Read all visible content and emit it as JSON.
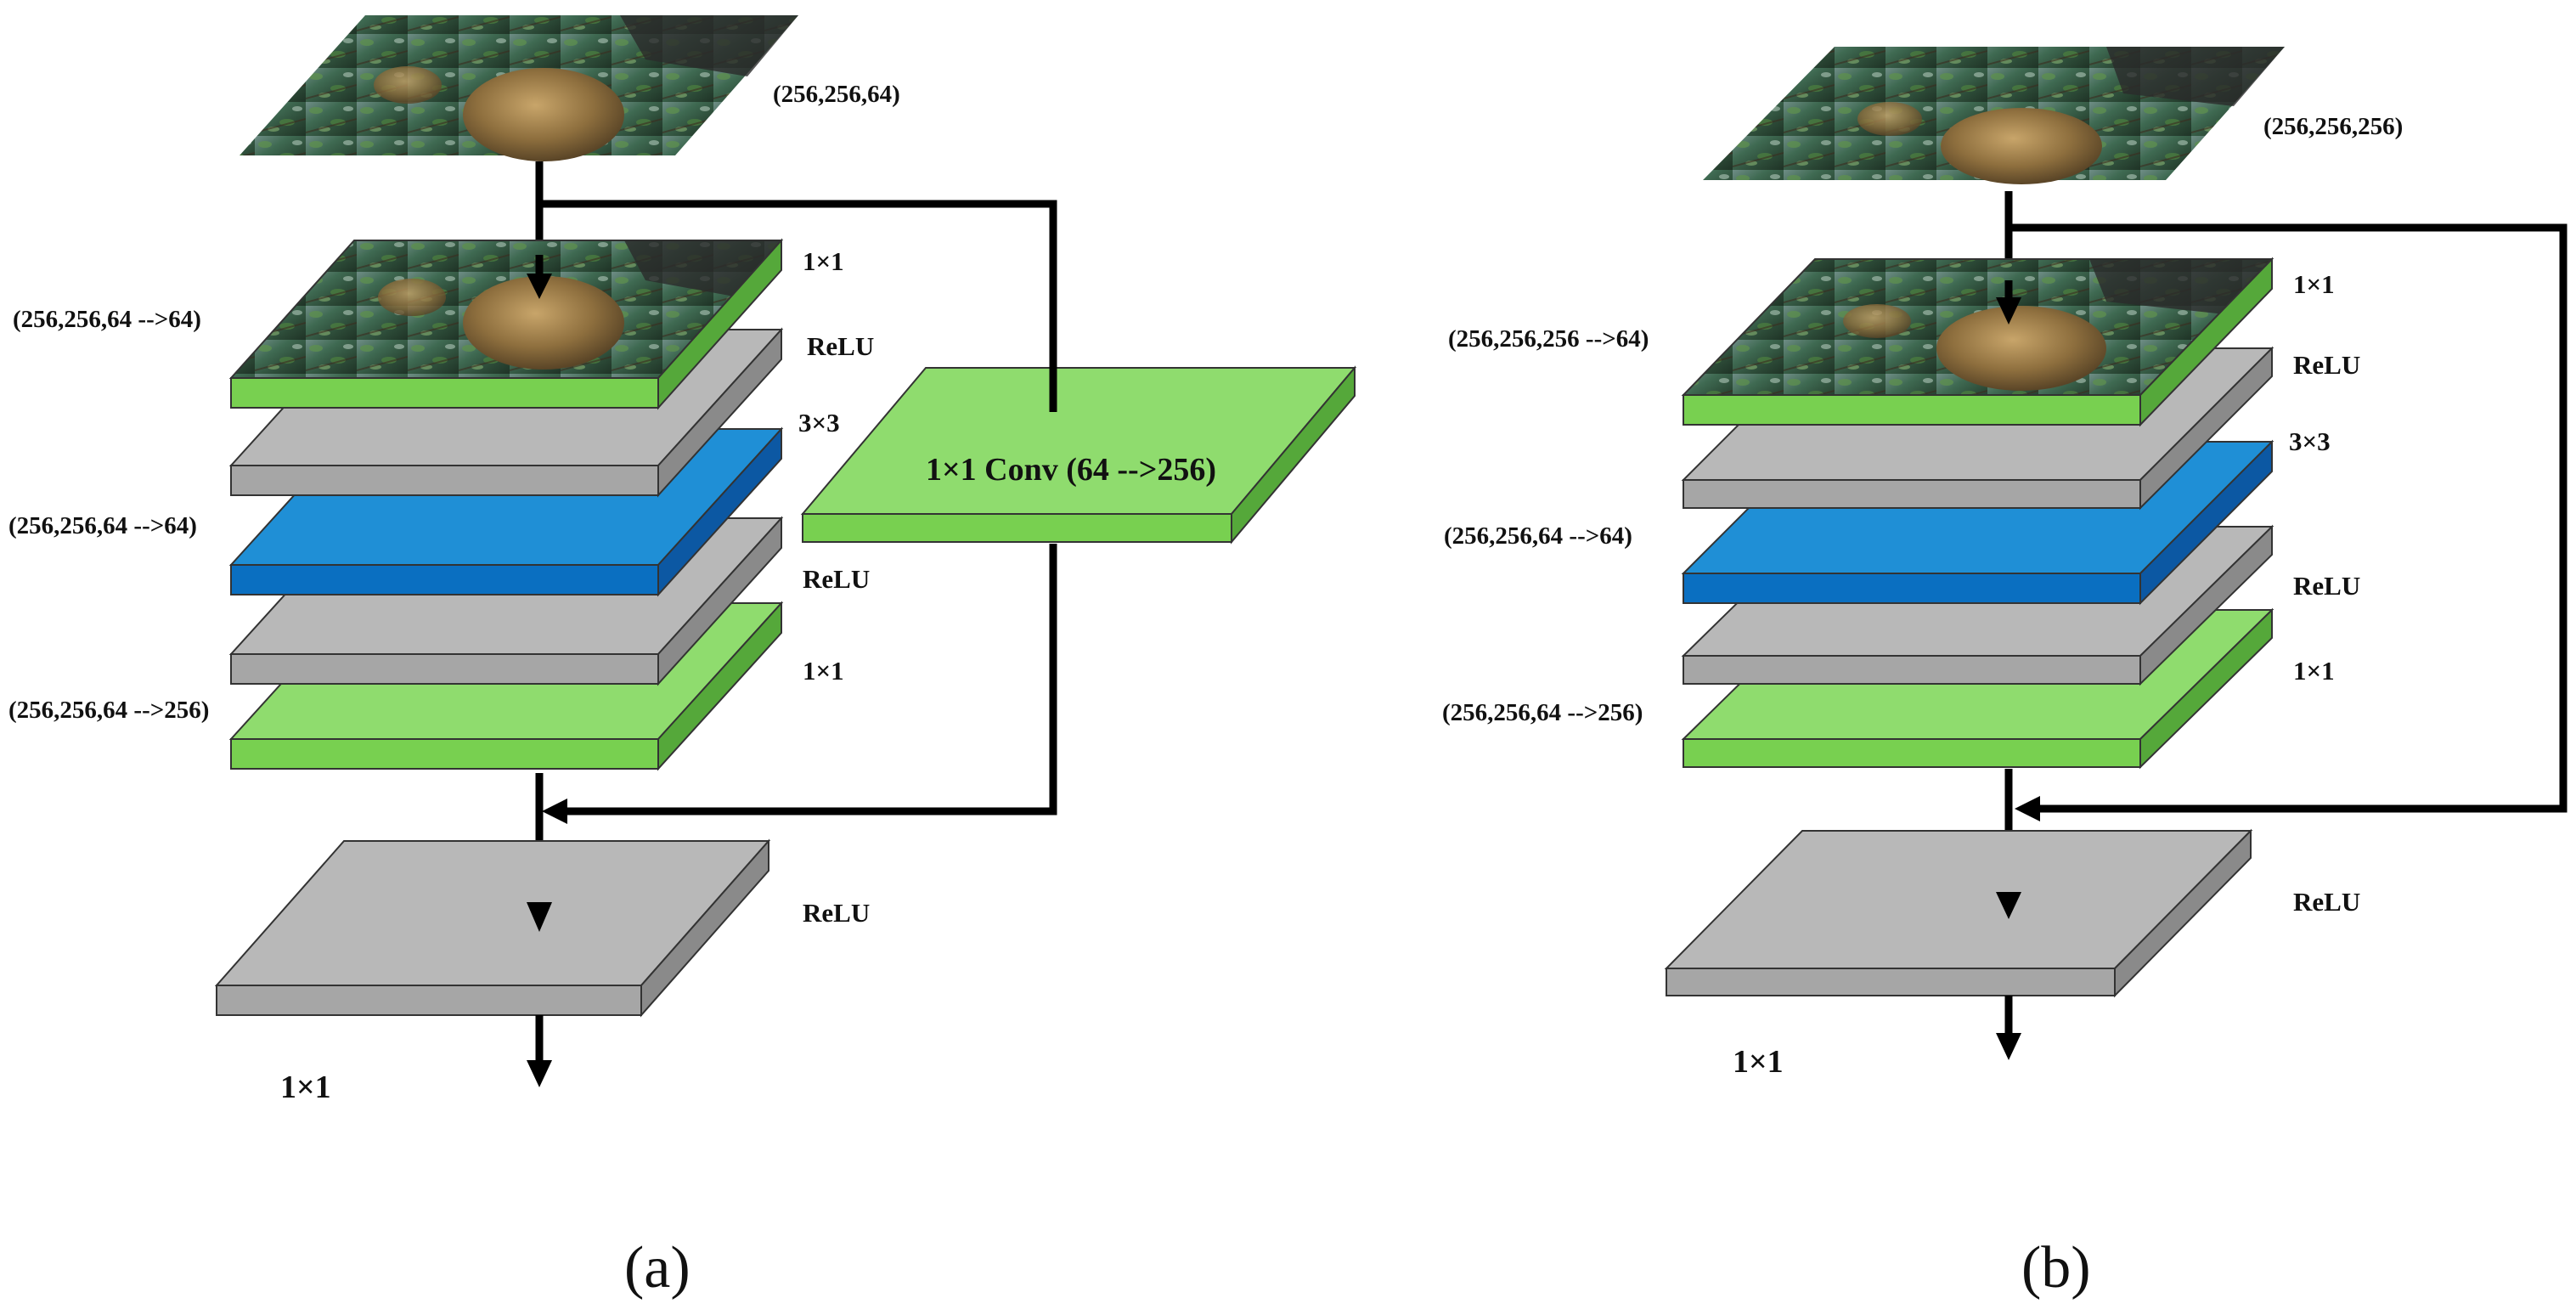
{
  "colors": {
    "green_top": "#8fdc6e",
    "green_front": "#78d050",
    "green_side": "#55a83a",
    "gray_top": "#b8b8b8",
    "gray_front": "#a6a6a6",
    "gray_side": "#8a8a8a",
    "blue_top": "#1f8fd6",
    "blue_front": "#0a6fc1",
    "blue_side": "#0c58a3"
  },
  "diagram_a": {
    "caption": "(a)",
    "input_shape": "(256,256,64)",
    "layer1_shape": "(256,256,64 -->64)",
    "layer1_label": "1×1",
    "relu1_label": "ReLU",
    "layer2_label": "3×3",
    "layer2_shape": "(256,256,64 -->64)",
    "relu2_label": "ReLU",
    "layer3_label": "1×1",
    "layer3_shape": "(256,256,64 -->256)",
    "shortcut_conv_label": "1×1 Conv (64 -->256)",
    "output_relu_label": "ReLU",
    "output_label": "1×1"
  },
  "diagram_b": {
    "caption": "(b)",
    "input_shape": "(256,256,256)",
    "layer1_shape": "(256,256,256 -->64)",
    "layer1_label": "1×1",
    "relu1_label": "ReLU",
    "layer2_label": "3×3",
    "layer2_shape": "(256,256,64 -->64)",
    "relu2_label": "ReLU",
    "layer3_label": "1×1",
    "layer3_shape": "(256,256,64 -->256)",
    "output_relu_label": "ReLU",
    "output_label": "1×1"
  }
}
